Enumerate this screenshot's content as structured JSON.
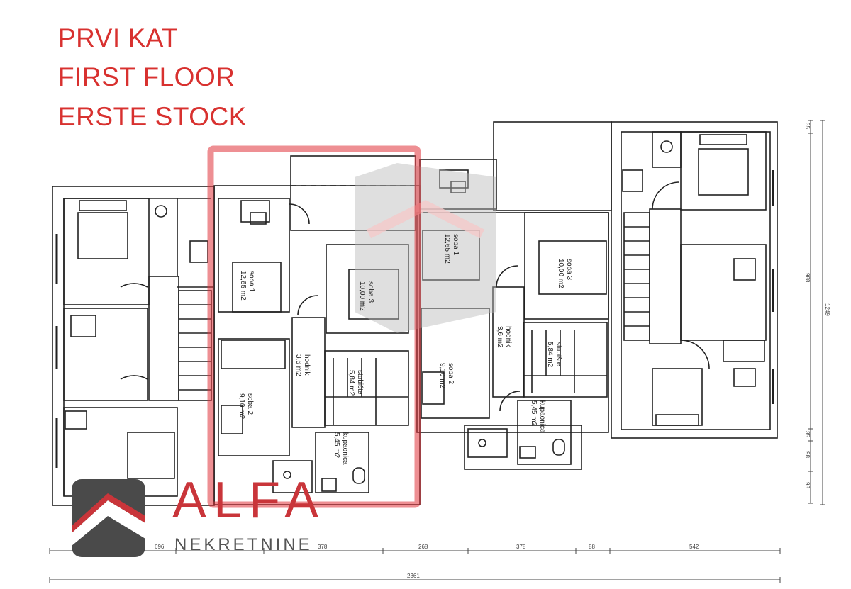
{
  "heading": {
    "line1": "PRVI KAT",
    "line2": "FIRST FLOOR",
    "line3": "ERSTE STOCK"
  },
  "rooms": {
    "soba1_a": {
      "name": "soba 1",
      "area": "12,65 m2"
    },
    "soba3_a": {
      "name": "soba 3",
      "area": "10,00 m2"
    },
    "soba2_a": {
      "name": "soba 2",
      "area": "9,10 m2"
    },
    "hodnik_a": {
      "name": "hodnik",
      "area": "3,6 m2"
    },
    "stubiste_a": {
      "name": "stubište",
      "area": "5,84 m2"
    },
    "kupaonica_a": {
      "name": "kupaonica",
      "area": "5,45 m2"
    },
    "soba1_b": {
      "name": "soba 1",
      "area": "12,65 m2"
    },
    "soba3_b": {
      "name": "soba 3",
      "area": "10,00 m2"
    },
    "soba2_b": {
      "name": "soba 2",
      "area": "9,10 m2"
    },
    "hodnik_b": {
      "name": "hodnik",
      "area": "3,6 m2"
    },
    "stubiste_b": {
      "name": "stubište",
      "area": "5,84 m2"
    },
    "kupaonica_b": {
      "name": "kupaonica",
      "area": "5,45 m2"
    }
  },
  "dimensions": {
    "bottom": [
      "696",
      "378",
      "268",
      "378",
      "88",
      "542"
    ],
    "total": "2361",
    "right": [
      "35",
      "988",
      "35",
      "98",
      "98"
    ],
    "right_total": "1249"
  },
  "logo": {
    "name": "ALFA",
    "subtitle": "NEKRETNINE"
  },
  "colors": {
    "highlight": "#e0333a",
    "title": "#d8312f",
    "lines": "#222222"
  }
}
